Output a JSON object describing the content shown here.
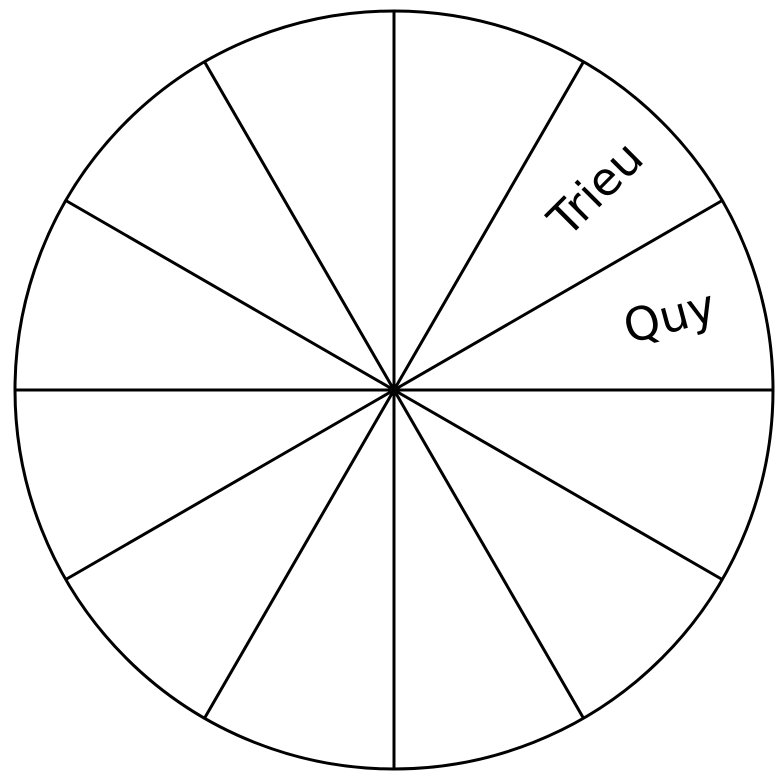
{
  "wheel": {
    "sector_count": 12,
    "line_color": "#000000",
    "background_color": "#ffffff",
    "labels": [
      {
        "text": "Trieu",
        "sector": 1
      },
      {
        "text": "Quy",
        "sector": 2
      }
    ]
  }
}
